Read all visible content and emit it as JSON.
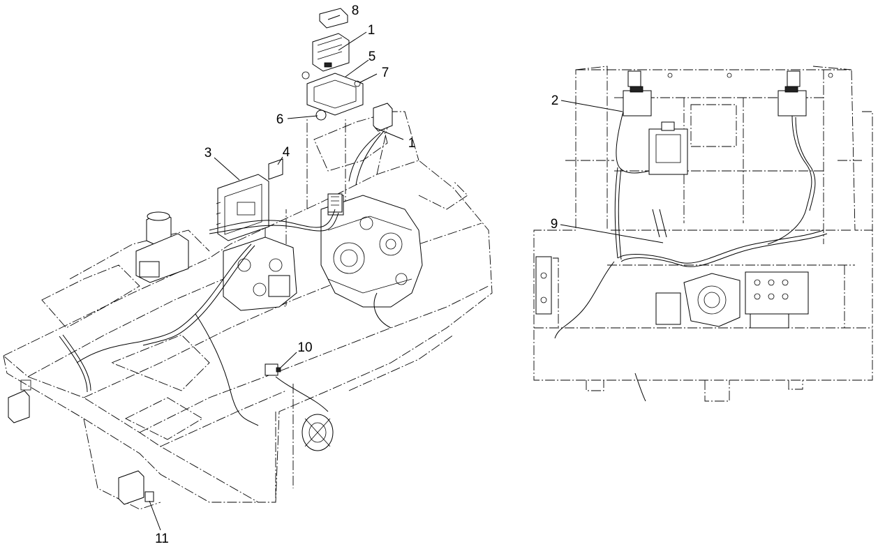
{
  "callouts": {
    "c8": "8",
    "c1a": "1",
    "c5": "5",
    "c7": "7",
    "c6": "6",
    "c1b": "1",
    "c4": "4",
    "c3": "3",
    "c10": "10",
    "c11": "11",
    "c2": "2",
    "c9": "9"
  }
}
